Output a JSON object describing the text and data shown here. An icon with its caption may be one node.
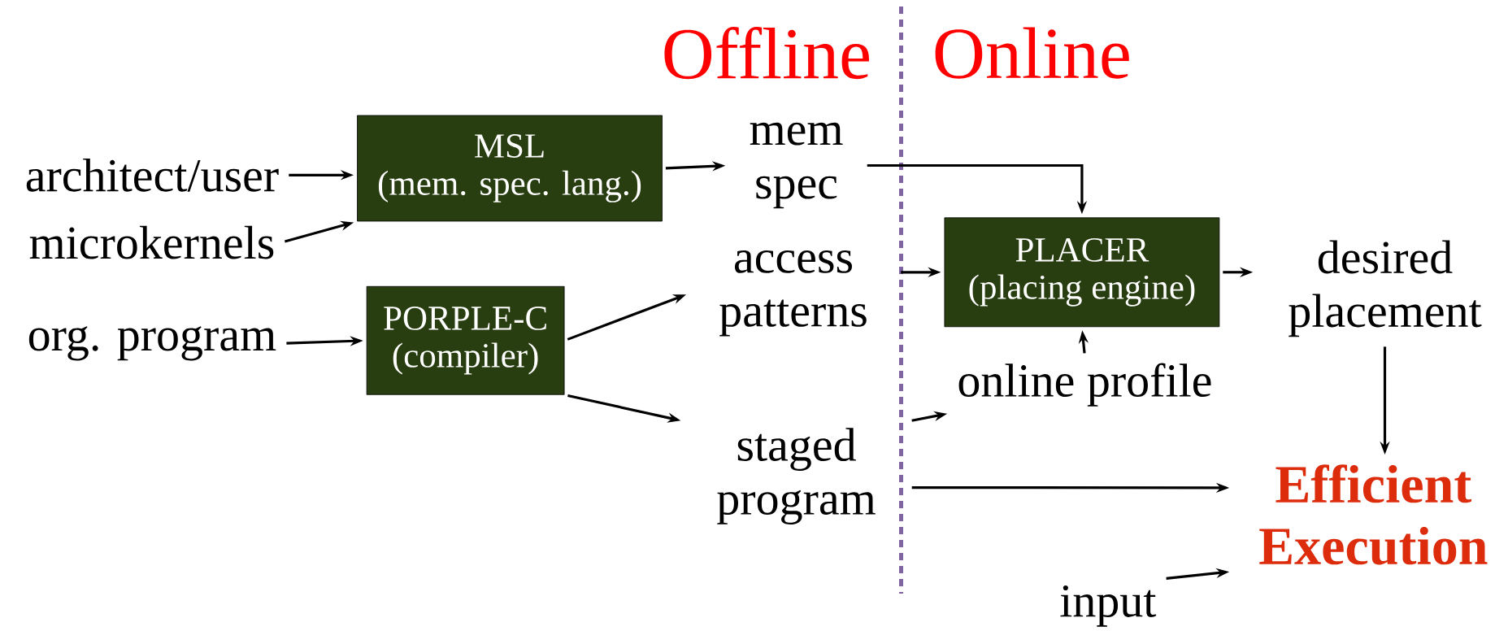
{
  "diagram": {
    "nodes": [
      {
        "text": [
          "architect/user"
        ]
      },
      {
        "text": [
          "microkernels"
        ]
      },
      {
        "text": [
          "MSL",
          "(mem. spec. lang.)"
        ]
      },
      {
        "text": [
          "org. program"
        ]
      },
      {
        "text": [
          "PORPLE-C",
          "(compiler)"
        ]
      },
      {
        "text": [
          "mem spec"
        ]
      },
      {
        "text": [
          "access patterns"
        ]
      },
      {
        "text": [
          "staged program"
        ]
      },
      {
        "text": [
          "PLACER",
          "(placing engine)"
        ]
      },
      {
        "text": [
          "desired placement"
        ]
      },
      {
        "text": [
          "online profile"
        ]
      },
      {
        "text": [
          "Efficient Execution"
        ]
      },
      {
        "text": [
          "input"
        ]
      }
    ],
    "edges": [
      {
        "from": 0,
        "to": 2,
        "arrow": "to"
      },
      {
        "from": 1,
        "to": 2,
        "arrow": "to"
      },
      {
        "from": 3,
        "to": 4,
        "arrow": "to"
      },
      {
        "from": 2,
        "to": 5,
        "arrow": "to"
      },
      {
        "from": 4,
        "to": 6,
        "arrow": "to"
      },
      {
        "from": 4,
        "to": 7,
        "arrow": "to"
      },
      {
        "from": 5,
        "to": 8,
        "arrow": "to"
      },
      {
        "from": 6,
        "to": 8,
        "arrow": "to"
      },
      {
        "from": 8,
        "to": 9,
        "arrow": "to"
      },
      {
        "from": 10,
        "to": 8,
        "arrow": "to"
      },
      {
        "from": 7,
        "to": 10,
        "arrow": "to"
      },
      {
        "from": 7,
        "to": 11,
        "arrow": "to"
      },
      {
        "from": 9,
        "to": 11,
        "arrow": "to"
      },
      {
        "from": 12,
        "to": 11,
        "arrow": "to"
      }
    ],
    "labels": [
      "Offline",
      "Online"
    ]
  }
}
